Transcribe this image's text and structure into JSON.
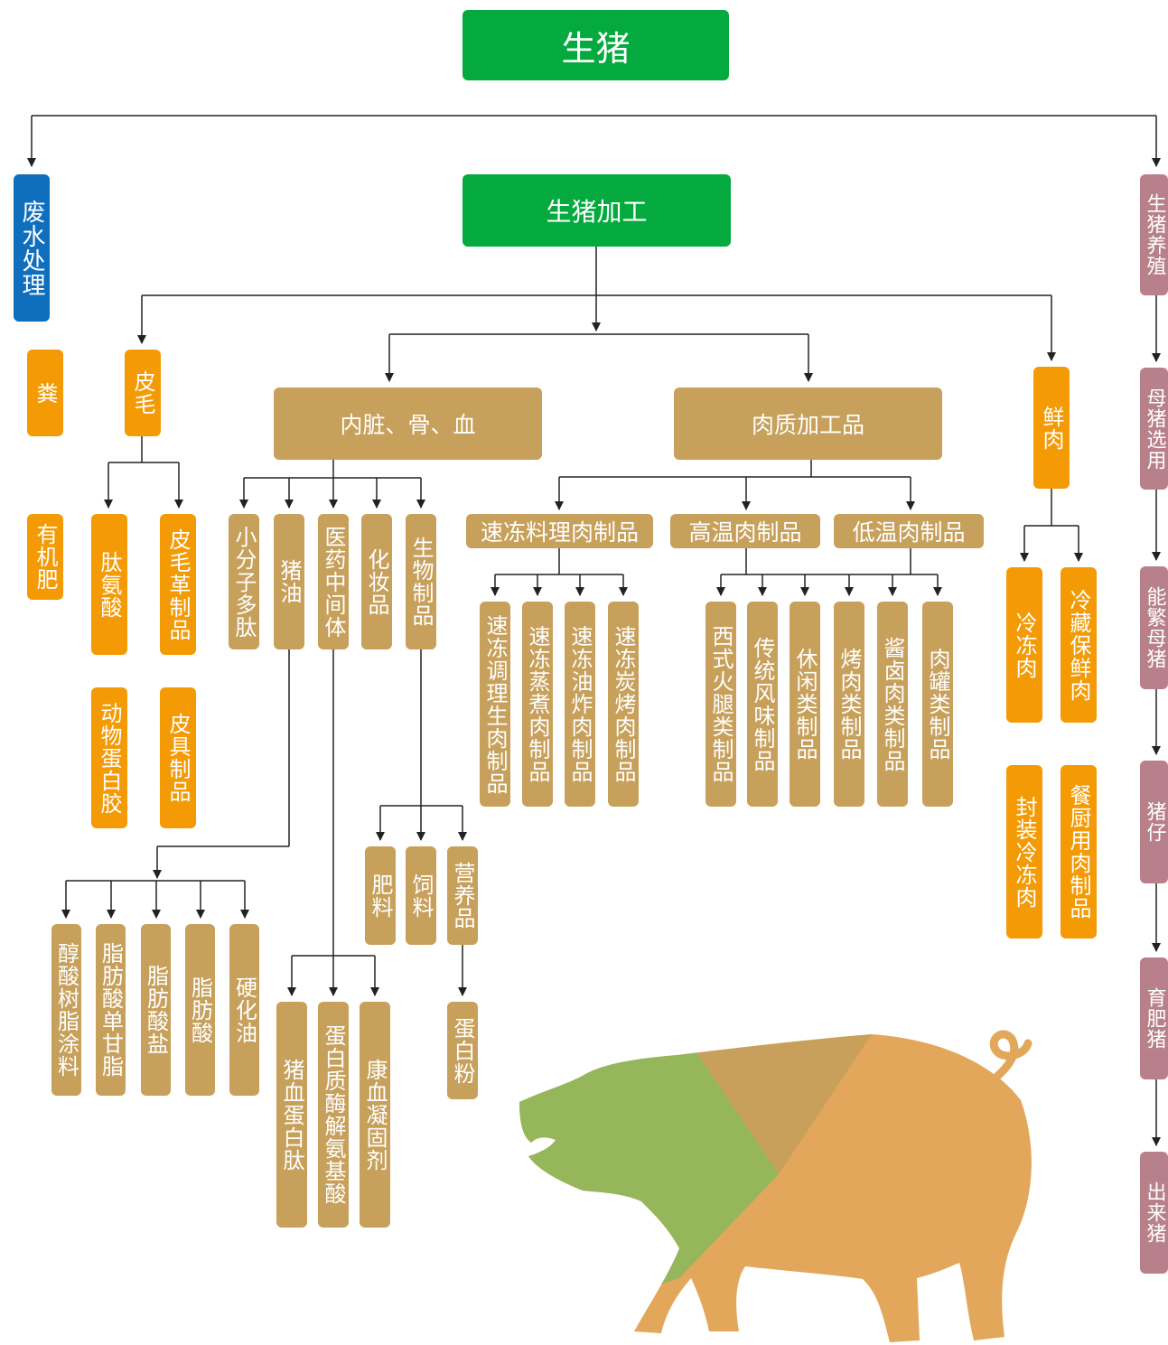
{
  "title": "生猪",
  "processing": "生猪加工",
  "wastewater": "废水处理",
  "manure": "粪",
  "organic_fertilizer": "有机肥",
  "hide": {
    "label": "皮毛",
    "children": [
      "肽氨酸",
      "皮毛革制品",
      "动物蛋白胶",
      "皮具制品"
    ]
  },
  "offal": {
    "label": "内脏、骨、血",
    "children": [
      "小分子多肽",
      "猪油",
      "医药中间体",
      "化妆品",
      "生物制品"
    ],
    "lard_products": [
      "醇酸树脂涂料",
      "脂肪酸单甘脂",
      "脂肪酸盐",
      "脂肪酸",
      "硬化油"
    ],
    "pharma_products": [
      "猪血蛋白肽",
      "蛋白质酶解氨基酸",
      "康血凝固剂"
    ],
    "bio_products": [
      "肥料",
      "饲料",
      "营养品"
    ],
    "nutrition_product": "蛋白粉"
  },
  "meat_products": {
    "label": "肉质加工品",
    "groups": [
      {
        "label": "速冻料理肉制品",
        "items": [
          "速冻调理生肉制品",
          "速冻蒸煮肉制品",
          "速冻油炸肉制品",
          "速冻炭烤肉制品"
        ]
      },
      {
        "label": "高温肉制品",
        "items": [
          "西式火腿类制品",
          "传统风味制品",
          "休闲类制品"
        ]
      },
      {
        "label": "低温肉制品",
        "items": [
          "烤肉类制品",
          "酱卤肉类制品",
          "肉罐类制品"
        ]
      }
    ]
  },
  "fresh_meat": {
    "label": "鲜肉",
    "children": [
      "冷冻肉",
      "冷藏保鲜肉",
      "封装冷冻肉",
      "餐厨用肉制品"
    ]
  },
  "breeding": {
    "label": "生猪养殖",
    "steps": [
      "母猪选用",
      "能繁母猪",
      "猪仔",
      "育肥猪",
      "出来猪"
    ]
  },
  "colors": {
    "green": "#04aa3e",
    "blue": "#0f6fbd",
    "orange": "#f39a05",
    "tan": "#c7a05b",
    "mauve": "#b8808a",
    "pig_green": "#96b65c",
    "pig_brown": "#c8a05b",
    "pig_orange": "#e3a75c"
  }
}
